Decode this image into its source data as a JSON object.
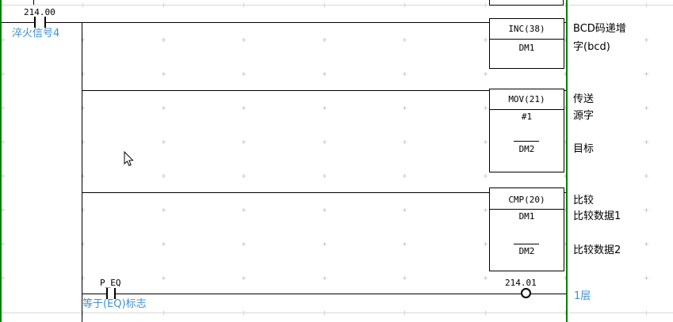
{
  "app": {
    "type": "plc-ladder-editor"
  },
  "colors": {
    "power_rail": "#008000",
    "comment_text": "#3e91d2",
    "wire": "#000000",
    "grid_mark": "#cdcdcd"
  },
  "ladder": {
    "input_contact": {
      "address": "214.00",
      "comment": "淬火信号4"
    },
    "instructions": [
      {
        "mnemonic": "INC(38)",
        "operands": [
          "DM1"
        ],
        "op_comments": [
          "BCD码递增",
          "字(bcd)"
        ]
      },
      {
        "mnemonic": "MOV(21)",
        "operands": [
          "#1",
          "DM2"
        ],
        "op_comments": [
          "传送",
          "源字",
          "目标"
        ]
      },
      {
        "mnemonic": "CMP(20)",
        "operands": [
          "DM1",
          "DM2"
        ],
        "op_comments": [
          "比较",
          "比较数据1",
          "比较数据2"
        ]
      }
    ],
    "output_branch": {
      "contact": {
        "symbol": "P_EQ",
        "comment": "等于(EQ)标志"
      },
      "coil": {
        "address": "214.01",
        "comment": "1层"
      }
    }
  }
}
